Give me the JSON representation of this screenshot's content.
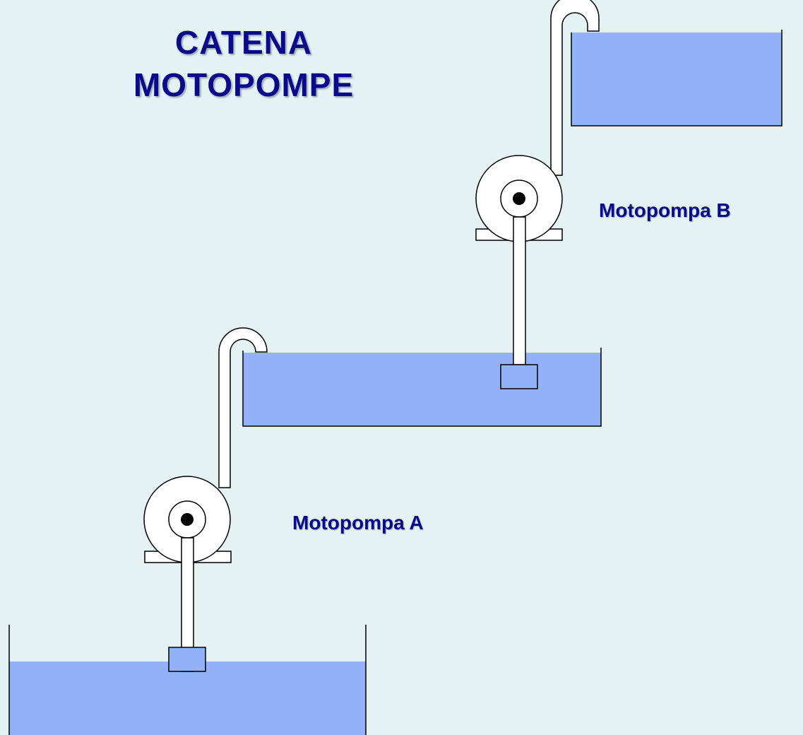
{
  "title": {
    "line1": "CATENA",
    "line2": "MOTOPOMPE"
  },
  "pumps": {
    "a": {
      "label": "Motopompa A"
    },
    "b": {
      "label": "Motopompa B"
    }
  },
  "colors": {
    "background": "#e4f2f4",
    "water": "#93b1f8",
    "text": "#0a0a8c",
    "outline": "#000000",
    "pump_fill": "#ffffff"
  }
}
